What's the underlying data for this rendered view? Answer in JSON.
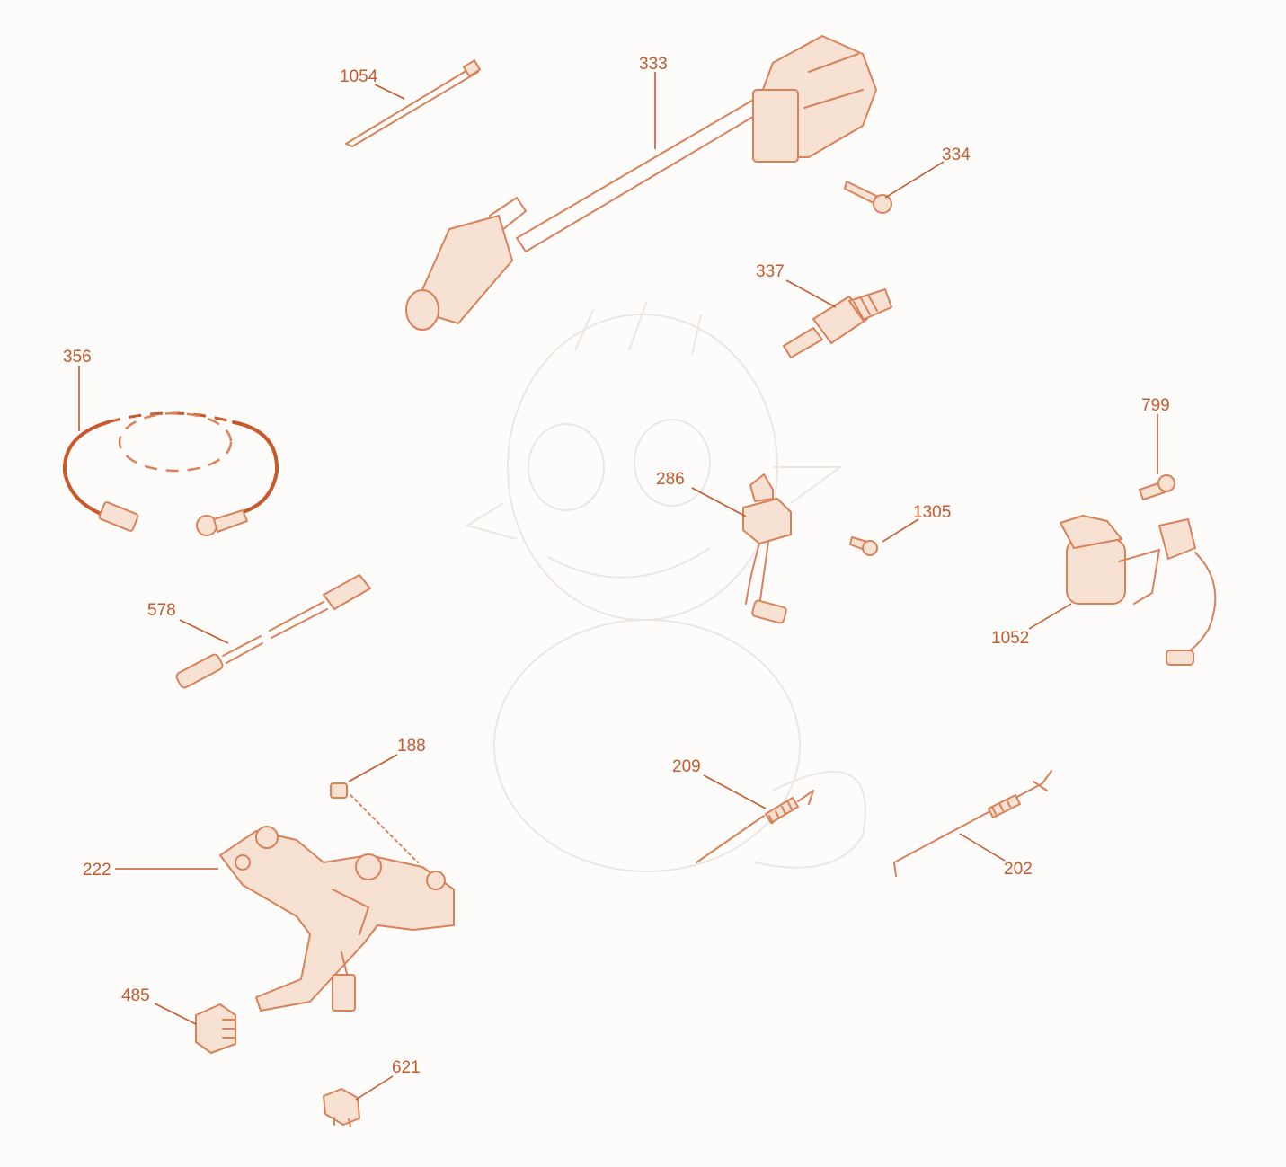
{
  "accent_color": "#c45a2d",
  "line_color": "#d9825a",
  "parts": [
    {
      "id": "1054",
      "label": "1054",
      "icon": "cable-tie-icon"
    },
    {
      "id": "333",
      "label": "333",
      "icon": "ignition-coil-icon"
    },
    {
      "id": "334",
      "label": "334",
      "icon": "bolt-icon"
    },
    {
      "id": "337",
      "label": "337",
      "icon": "spark-plug-icon"
    },
    {
      "id": "356",
      "label": "356",
      "icon": "ground-cable-icon"
    },
    {
      "id": "799",
      "label": "799",
      "icon": "bolt-icon"
    },
    {
      "id": "286",
      "label": "286",
      "icon": "kill-switch-icon"
    },
    {
      "id": "1305",
      "label": "1305",
      "icon": "screw-icon"
    },
    {
      "id": "1052",
      "label": "1052",
      "icon": "solenoid-icon"
    },
    {
      "id": "578",
      "label": "578",
      "icon": "wire-harness-icon"
    },
    {
      "id": "188",
      "label": "188",
      "icon": "screw-icon"
    },
    {
      "id": "209",
      "label": "209",
      "icon": "spring-icon"
    },
    {
      "id": "222",
      "label": "222",
      "icon": "control-bracket-icon"
    },
    {
      "id": "202",
      "label": "202",
      "icon": "governor-link-icon"
    },
    {
      "id": "485",
      "label": "485",
      "icon": "clip-icon"
    },
    {
      "id": "621",
      "label": "621",
      "icon": "clip-icon"
    }
  ]
}
